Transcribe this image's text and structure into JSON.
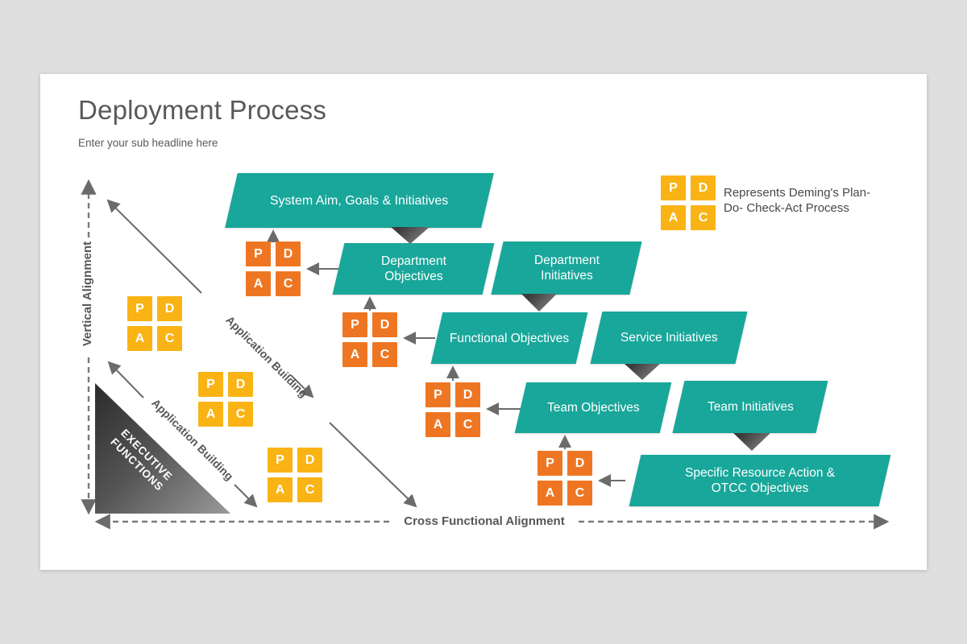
{
  "slide": {
    "title": "Deployment Process",
    "subtitle": "Enter your sub headline here"
  },
  "axes": {
    "vertical_label": "Vertical Alignment",
    "horizontal_label": "Cross Functional Alignment"
  },
  "diagonal_labels": {
    "upper": "Application Building",
    "lower": "Application Building"
  },
  "executive_triangle": {
    "label": "EXECUTIVE\nFUNCTIONS"
  },
  "legend": {
    "text": "Represents Deming's Plan-\nDo- Check-Act Process"
  },
  "pdca": {
    "p": "P",
    "d": "D",
    "a": "A",
    "c": "C"
  },
  "shapes": [
    {
      "label": "System Aim, Goals & Initiatives"
    },
    {
      "label": "Department\nObjectives"
    },
    {
      "label": "Department\nInitiatives"
    },
    {
      "label": "Functional Objectives"
    },
    {
      "label": "Service Initiatives"
    },
    {
      "label": "Team Objectives"
    },
    {
      "label": "Team Initiatives"
    },
    {
      "label": "Specific Resource Action &\nOTCC Objectives"
    }
  ],
  "colors": {
    "teal": "#18A79A",
    "orange": "#EE7623",
    "yellow": "#F9B314",
    "arrow_gray": "#6B6B6B",
    "text_gray": "#595959",
    "triangle_dark": "#2B2B2B",
    "triangle_light": "#9A9A9A",
    "page_bg": "#DFDFDF",
    "slide_bg": "#FFFFFF"
  }
}
